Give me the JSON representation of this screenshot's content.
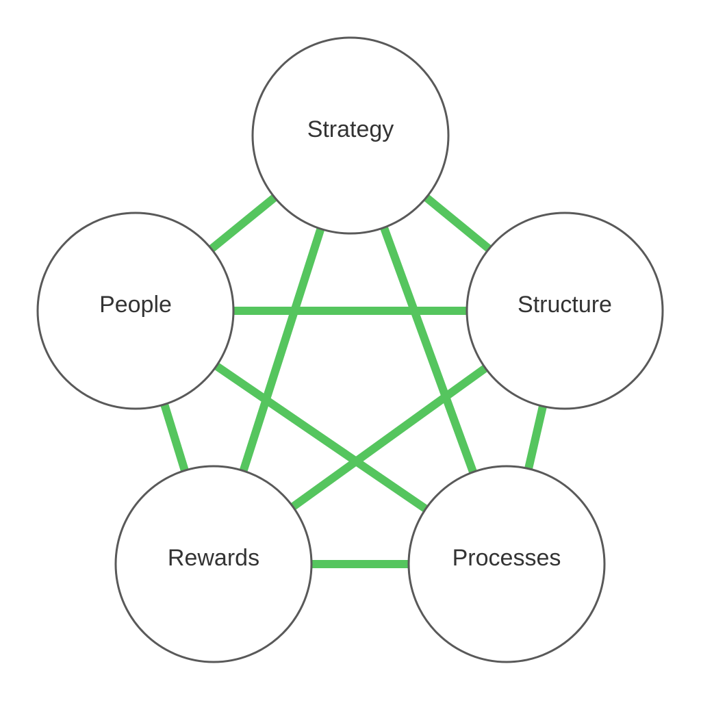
{
  "diagram": {
    "colors": {
      "connector": "#55C55E",
      "node_stroke": "#595959",
      "node_fill": "#FFFFFF",
      "label": "#333333"
    },
    "nodes": {
      "strategy": {
        "label": "Strategy"
      },
      "people": {
        "label": "People"
      },
      "structure": {
        "label": "Structure"
      },
      "rewards": {
        "label": "Rewards"
      },
      "processes": {
        "label": "Processes"
      }
    },
    "connections": [
      {
        "from": "strategy",
        "to": "people"
      },
      {
        "from": "strategy",
        "to": "structure"
      },
      {
        "from": "strategy",
        "to": "rewards"
      },
      {
        "from": "strategy",
        "to": "processes"
      },
      {
        "from": "people",
        "to": "structure"
      },
      {
        "from": "people",
        "to": "rewards"
      },
      {
        "from": "people",
        "to": "processes"
      },
      {
        "from": "structure",
        "to": "rewards"
      },
      {
        "from": "structure",
        "to": "processes"
      },
      {
        "from": "rewards",
        "to": "processes"
      }
    ]
  }
}
